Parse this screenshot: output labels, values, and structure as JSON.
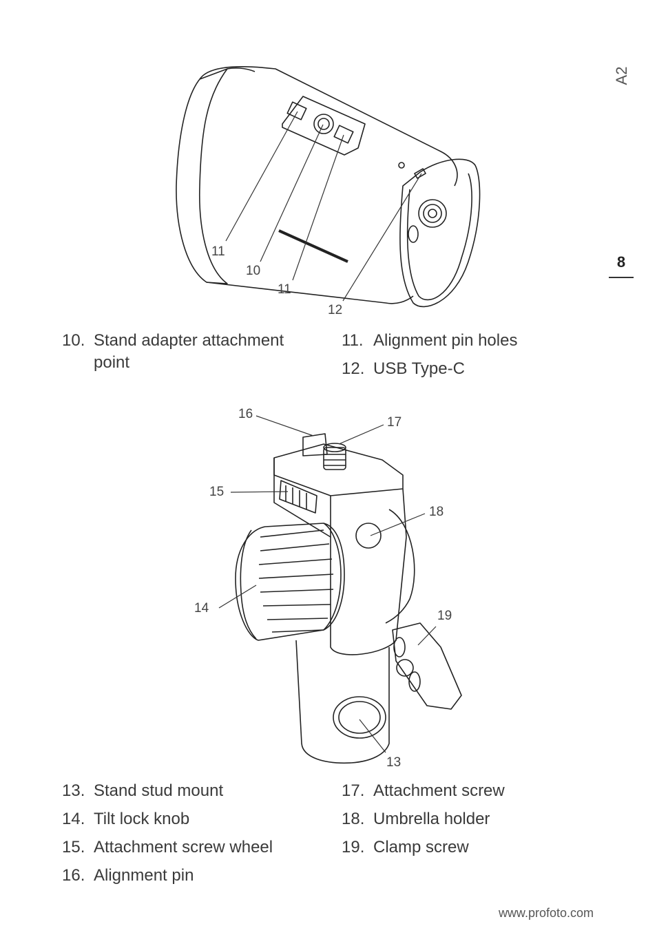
{
  "sidebar": {
    "code": "A2",
    "page_number": "8"
  },
  "figure1": {
    "callouts": [
      "11",
      "10",
      "11",
      "12"
    ],
    "legend_left": [
      {
        "num": "10.",
        "text": "Stand adapter attachment point"
      }
    ],
    "legend_right": [
      {
        "num": "11.",
        "text": "Alignment pin holes"
      },
      {
        "num": "12.",
        "text": "USB Type-C"
      }
    ]
  },
  "figure2": {
    "callouts": [
      "16",
      "17",
      "15",
      "18",
      "14",
      "19",
      "13"
    ],
    "legend_left": [
      {
        "num": "13.",
        "text": "Stand stud mount"
      },
      {
        "num": "14.",
        "text": "Tilt lock knob"
      },
      {
        "num": "15.",
        "text": "Attachment screw wheel"
      },
      {
        "num": "16.",
        "text": "Alignment pin"
      }
    ],
    "legend_right": [
      {
        "num": "17.",
        "text": "Attachment screw"
      },
      {
        "num": "18.",
        "text": "Umbrella holder"
      },
      {
        "num": "19.",
        "text": "Clamp screw"
      }
    ]
  },
  "footer": {
    "url": "www.profoto.com"
  }
}
